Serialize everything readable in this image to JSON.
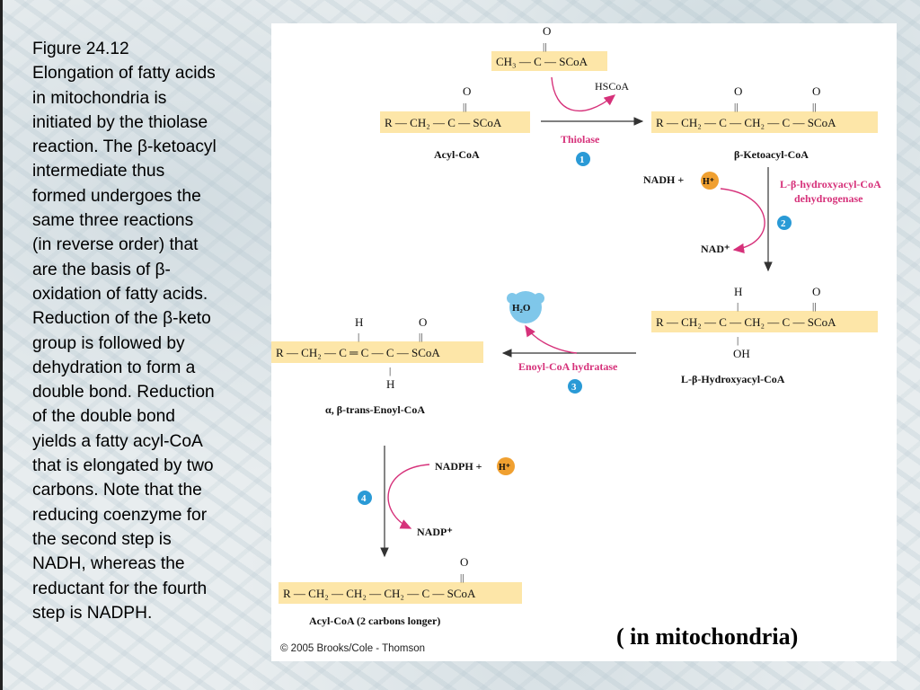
{
  "caption": "Figure 24.12\nElongation of fatty acids\nin mitochondria is\ninitiated by the thiolase\nreaction. The β-ketoacyl\nintermediate thus\nformed undergoes the\nsame three reactions\n(in reverse order) that\nare the basis of β-\noxidation of fatty acids.\nReduction of the β-keto\ngroup is followed by\ndehydration to form a\ndouble bond. Reduction\nof the double bond\nyields a fatty acyl-CoA\nthat is elongated by two\ncarbons. Note that the\nreducing coenzyme for\nthe second step is\nNADH, whereas the\nreductant for the fourth\nstep is NADPH.",
  "colors": {
    "highlight": "#fde6a8",
    "enzyme": "#d6317a",
    "step_badge": "#2a9ad6",
    "proton_badge": "#f0a030",
    "water_badge": "#7fc7ea"
  },
  "molecules": {
    "acetyl_coa": "CH₃ — C — SCoA",
    "acyl_coa": "R — CH₂ — C — SCoA",
    "acyl_coa_label": "Acyl-CoA",
    "ketoacyl_coa": "R — CH₂ — C — CH₂ — C — SCoA",
    "ketoacyl_coa_label": "β-Ketoacyl-CoA",
    "hydroxyacyl_coa": "R — CH₂ — C — CH₂ — C — SCoA",
    "hydroxyacyl_coa_label": "L-β-Hydroxyacyl-CoA",
    "enoyl_coa": "R — CH₂ — C ═ C — C — SCoA",
    "enoyl_coa_label": "α, β-trans-Enoyl-CoA",
    "product": "R — CH₂ — CH₂ — CH₂ — C — SCoA",
    "product_label": "Acyl-CoA (2 carbons longer)"
  },
  "atoms": {
    "O": "O",
    "H": "H",
    "OH": "OH",
    "dbl": "||",
    "single": "|"
  },
  "reagents": {
    "hscoa": "HSCoA",
    "nadh": "NADH +",
    "h_plus": "H⁺",
    "nad": "NAD⁺",
    "h2o": "H₂O",
    "nadph": "NADPH +",
    "nadp": "NADP⁺"
  },
  "enzymes": {
    "thiolase": "Thiolase",
    "dehydrogenase_1": "L-β-hydroxyacyl-CoA",
    "dehydrogenase_2": "dehydrogenase",
    "hydratase": "Enoyl-CoA hydratase"
  },
  "steps": [
    "1",
    "2",
    "3",
    "4"
  ],
  "copyright": "© 2005 Brooks/Cole - Thomson",
  "footer": "( in mitochondria)"
}
